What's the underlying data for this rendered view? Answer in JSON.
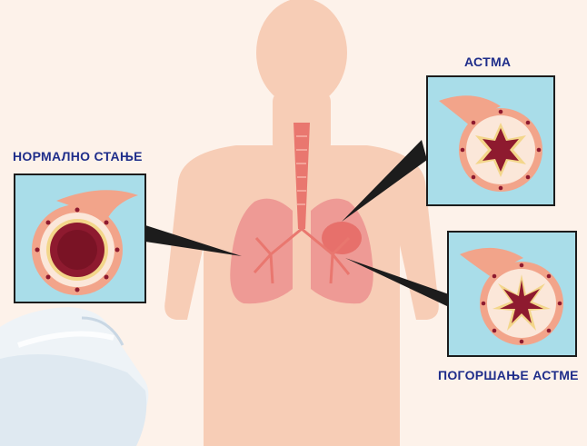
{
  "labels": {
    "normal": "НОРМАЛНО СТАЊЕ",
    "asthma": "АСТМА",
    "worsening": "ПОГОРШАЊЕ АСТМЕ"
  },
  "colors": {
    "background": "#fdf2ea",
    "body": "#f7cdb6",
    "lungs": "#ee9a95",
    "panel": "#a9dde9",
    "label_text": "#1f2d8a",
    "airway_wall": "#f2a48a",
    "airway_lumen": "#8e1a2f"
  },
  "icons": {
    "inhaler": "inhaler-icon",
    "body": "human-torso-icon",
    "lungs": "lungs-icon"
  }
}
